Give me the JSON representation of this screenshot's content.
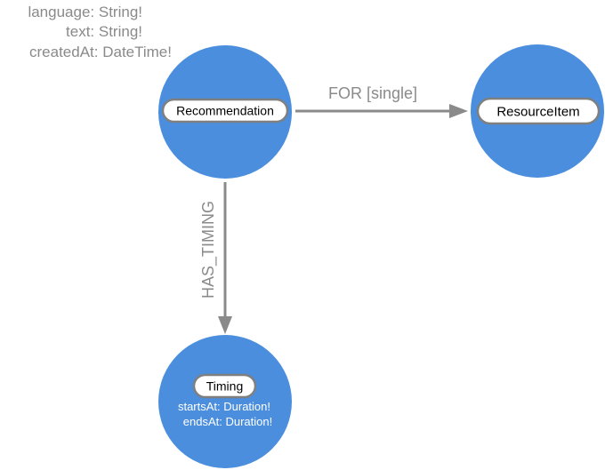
{
  "nodes": {
    "recommendation": {
      "label": "Recommendation",
      "properties": [
        "language: String!",
        "text: String!",
        "createdAt: DateTime!"
      ]
    },
    "resource_item": {
      "label": "ResourceItem",
      "properties": []
    },
    "timing": {
      "label": "Timing",
      "properties": [
        "startsAt: Duration!",
        "endsAt: Duration!"
      ]
    }
  },
  "edges": {
    "for": {
      "label": "FOR [single]"
    },
    "has_timing": {
      "label": "HAS_TIMING"
    }
  },
  "colors": {
    "node_fill": "#4a8edd",
    "edge": "#8a8a8a",
    "property_text": "#8a8a8a"
  }
}
